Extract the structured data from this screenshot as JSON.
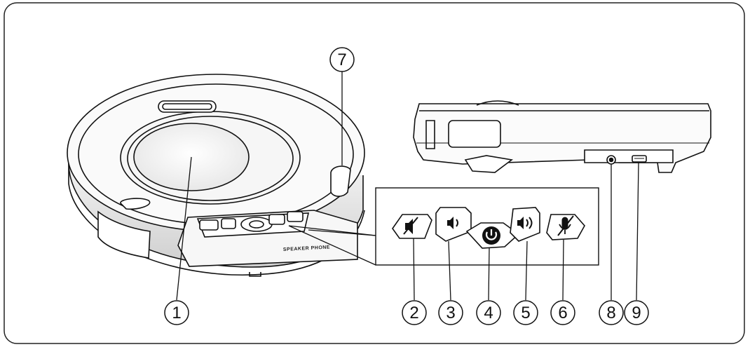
{
  "device": {
    "front_label": "SPEAKER PHONE"
  },
  "callouts": [
    {
      "number": "1",
      "part": "speaker-grille"
    },
    {
      "number": "2",
      "part": "speaker-mute-button"
    },
    {
      "number": "3",
      "part": "volume-down-button"
    },
    {
      "number": "4",
      "part": "power-button"
    },
    {
      "number": "5",
      "part": "volume-up-button"
    },
    {
      "number": "6",
      "part": "mic-mute-button"
    },
    {
      "number": "7",
      "part": "side-indicator"
    },
    {
      "number": "8",
      "part": "audio-jack"
    },
    {
      "number": "9",
      "part": "mini-usb-port"
    }
  ],
  "icons": [
    "speaker-mute-icon",
    "volume-down-icon",
    "power-icon",
    "volume-up-icon",
    "mic-mute-icon"
  ]
}
